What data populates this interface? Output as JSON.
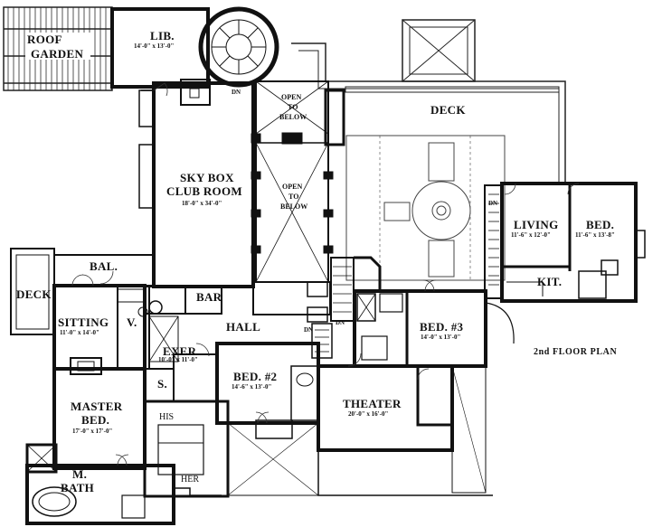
{
  "plan_title": "2nd FLOOR PLAN",
  "rooms": {
    "roof_garden": {
      "line1": "ROOF",
      "line2": "GARDEN"
    },
    "library": {
      "name": "LIB.",
      "dims": "14'-0\" x 13'-0\""
    },
    "sky_box": {
      "line1": "SKY BOX",
      "line2": "CLUB ROOM",
      "dims": "18'-0\" x 34'-0\""
    },
    "open_below_1": {
      "line1": "OPEN",
      "line2": "TO",
      "line3": "BELOW"
    },
    "open_below_2": {
      "line1": "OPEN",
      "line2": "TO",
      "line3": "BELOW"
    },
    "deck_top": {
      "name": "DECK"
    },
    "living": {
      "name": "LIVING",
      "dims": "11'-6\" x 12'-0\""
    },
    "bed_right": {
      "name": "BED.",
      "dims": "11'-6\" x 13'-8\""
    },
    "kit": {
      "name": "KIT."
    },
    "balcony": {
      "name": "BAL."
    },
    "deck_left": {
      "name": "DECK"
    },
    "bar": {
      "name": "BAR"
    },
    "sitting": {
      "name": "SITTING",
      "dims": "11'-0\" x 14'-0\""
    },
    "vestibule": {
      "name": "V."
    },
    "hall": {
      "name": "HALL"
    },
    "exer": {
      "name": "EXER.",
      "dims": "10'-0\" x 11'-0\""
    },
    "storage": {
      "name": "S."
    },
    "bed2": {
      "name": "BED. #2",
      "dims": "14'-6\" x 13'-0\""
    },
    "bed3": {
      "name": "BED. #3",
      "dims": "14'-0\" x 13'-0\""
    },
    "theater": {
      "name": "THEATER",
      "dims": "20'-0\" x 16'-0\""
    },
    "master_bed": {
      "line1": "MASTER",
      "line2": "BED.",
      "dims": "17'-0\" x 17'-0\""
    },
    "his": {
      "name": "HIS"
    },
    "her": {
      "name": "HER"
    },
    "master_bath": {
      "line1": "M.",
      "line2": "BATH"
    }
  },
  "stair_labels": {
    "dn1": "DN",
    "dn2": "DN",
    "dn3": "DN",
    "dn4": "DN"
  }
}
